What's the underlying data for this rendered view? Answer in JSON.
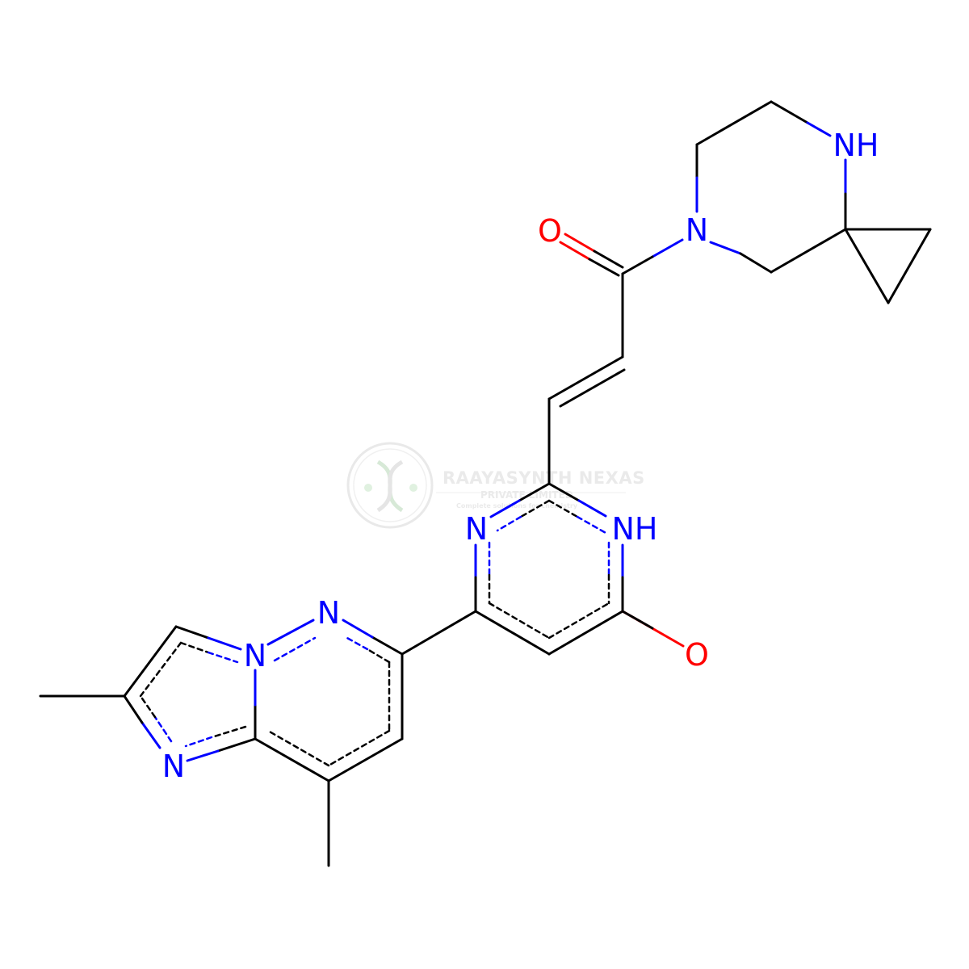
{
  "colors": {
    "background": "#FFFFFF",
    "bond": "#000000",
    "nitrogen": "#0000FF",
    "oxygen": "#FF0000",
    "watermark": "#DDDDDD"
  },
  "watermark": {
    "company": "RAAYASYNTH NEXAS",
    "subtitle": "PRIVATE LIMITED",
    "tagline": "Complete solutions for chemistry",
    "logo_icon": "dna-helix-logo-icon"
  },
  "atoms": {
    "n_amine": "NH",
    "n_amide": "N",
    "o_carbonyl": "O",
    "n_pyrimidine": "N",
    "nh_pyrimidinone": "NH",
    "o_pyrimidinone": "O",
    "n_pyridazine": "N",
    "n_bridgehead": "N",
    "n_imidazole": "N"
  }
}
